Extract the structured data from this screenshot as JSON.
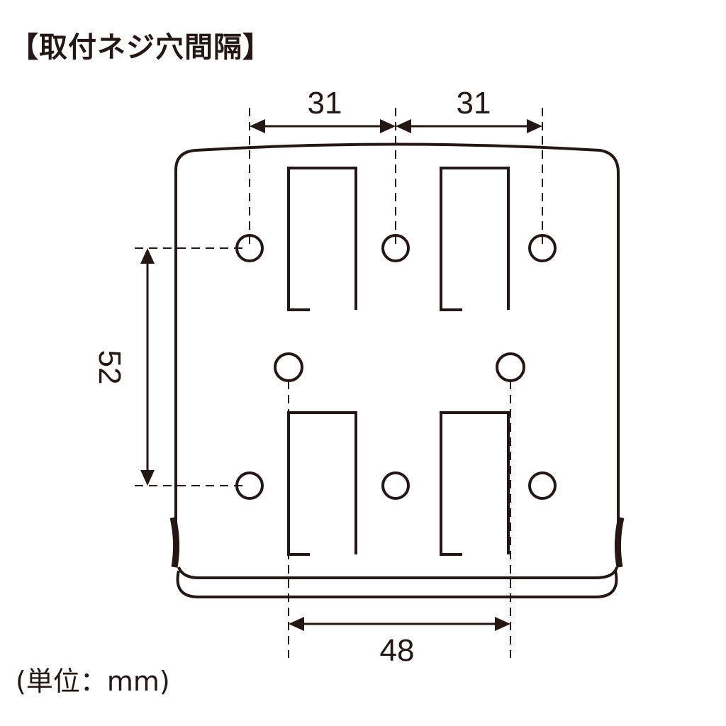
{
  "title": "【取付ネジ穴間隔】",
  "unit_note": "(単位：mm)",
  "dimensions": {
    "top_left": "31",
    "top_right": "31",
    "vertical": "52",
    "bottom": "48"
  },
  "colors": {
    "line": "#231815"
  }
}
